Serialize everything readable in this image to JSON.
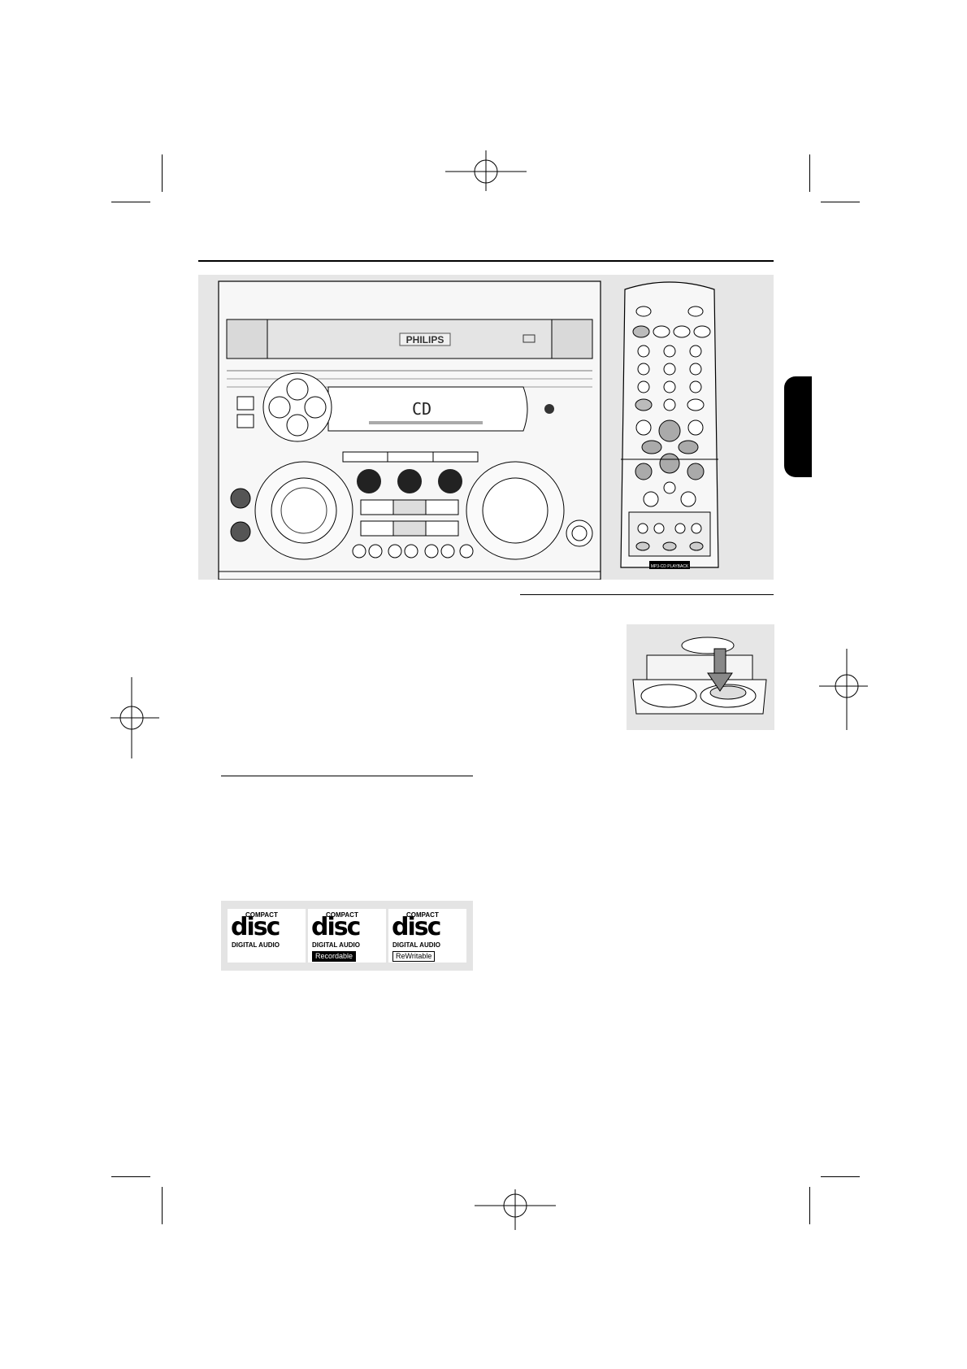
{
  "brand_logo": "PHILIPS",
  "display_text": "CD",
  "disc_logos": [
    {
      "top": "COMPACT",
      "word": "disc",
      "sub": "DIGITAL AUDIO",
      "tag": ""
    },
    {
      "top": "COMPACT",
      "word": "disc",
      "sub": "DIGITAL AUDIO",
      "tag": "Recordable"
    },
    {
      "top": "COMPACT",
      "word": "disc",
      "sub": "DIGITAL AUDIO",
      "tag": "ReWritable"
    }
  ],
  "remote_label": "MP3-CD PLAYBACK",
  "colors": {
    "panel": "#e6e6e6",
    "ink": "#000000",
    "tab": "#000000"
  }
}
